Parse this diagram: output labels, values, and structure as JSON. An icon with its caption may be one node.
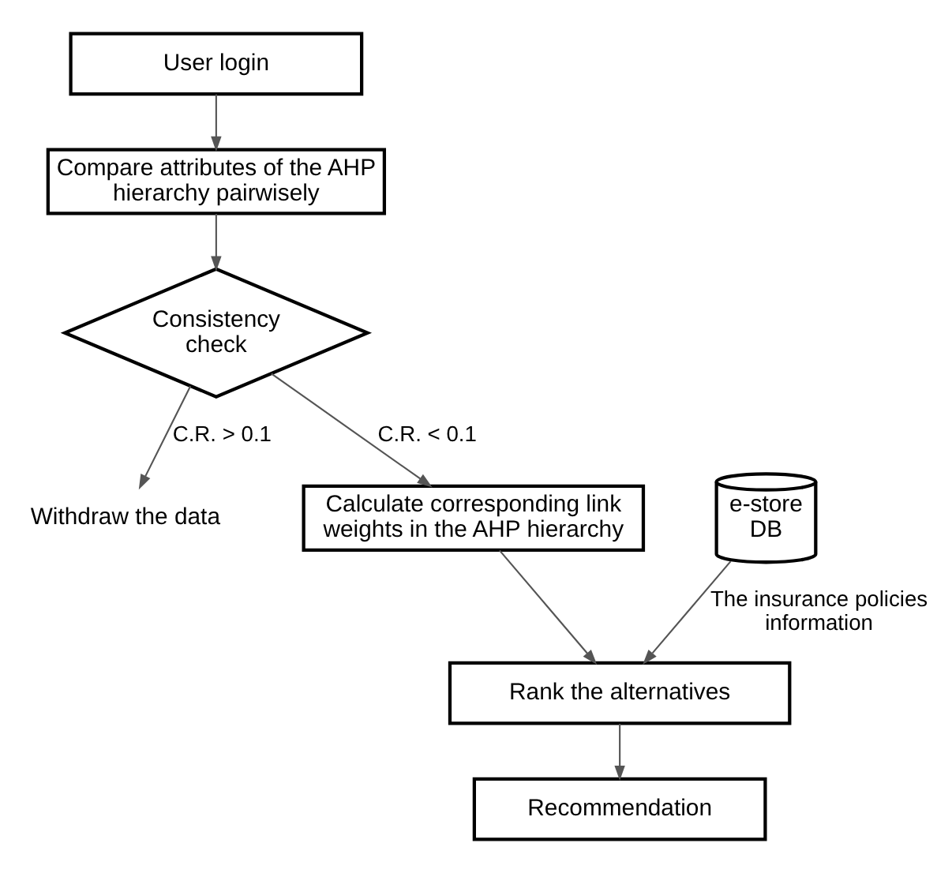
{
  "diagram": {
    "nodes": [
      {
        "text": [
          "User login"
        ]
      },
      {
        "text": [
          "Compare attributes of the AHP hierarchy pairwisely"
        ]
      },
      {
        "text": [
          "Consistency check"
        ]
      },
      {
        "text": [
          "Withdraw the data"
        ]
      },
      {
        "text": [
          "Calculate corresponding link weights in the AHP hierarchy"
        ]
      },
      {
        "text": [
          "e-store DB"
        ]
      },
      {
        "text": [
          "Rank the alternatives"
        ]
      },
      {
        "text": [
          "Recommendation"
        ]
      }
    ],
    "edges": [
      {
        "from": 0,
        "to": 1,
        "arrow": "to"
      },
      {
        "from": 1,
        "to": 2,
        "arrow": "to"
      },
      {
        "from": 2,
        "to": 3,
        "arrow": "to",
        "label": "C.R. > 0.1"
      },
      {
        "from": 2,
        "to": 4,
        "arrow": "to",
        "label": "C.R. < 0.1"
      },
      {
        "from": 4,
        "to": 6,
        "arrow": "to"
      },
      {
        "from": 5,
        "to": 6,
        "arrow": "to",
        "label": "The insurance policies information"
      },
      {
        "from": 6,
        "to": 7,
        "arrow": "to"
      }
    ]
  }
}
